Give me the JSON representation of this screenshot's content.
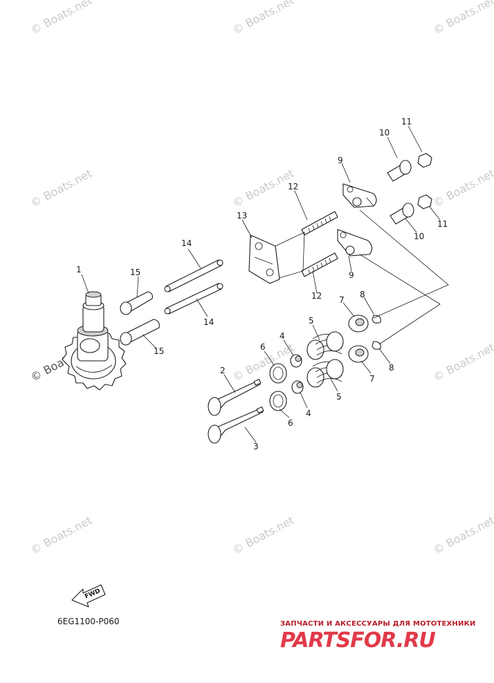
{
  "watermark_text": "© Boats.net",
  "diagram_code": "6EG1100-P060",
  "fwd_label": "FWD",
  "brand": {
    "tagline": "ЗАПЧАСТИ И АКСЕССУАРЫ ДЛЯ МОТОТЕХНИКИ",
    "logo": "PARTSFOR.RU"
  },
  "callouts": {
    "c1": "1",
    "c2": "2",
    "c3": "3",
    "c4a": "4",
    "c4b": "4",
    "c5a": "5",
    "c5b": "5",
    "c6a": "6",
    "c6b": "6",
    "c7a": "7",
    "c7b": "7",
    "c8a": "8",
    "c8b": "8",
    "c9a": "9",
    "c9b": "9",
    "c10a": "10",
    "c10b": "10",
    "c11a": "11",
    "c11b": "11",
    "c12a": "12",
    "c12b": "12",
    "c13": "13",
    "c14a": "14",
    "c14b": "14",
    "c15a": "15",
    "c15b": "15"
  }
}
